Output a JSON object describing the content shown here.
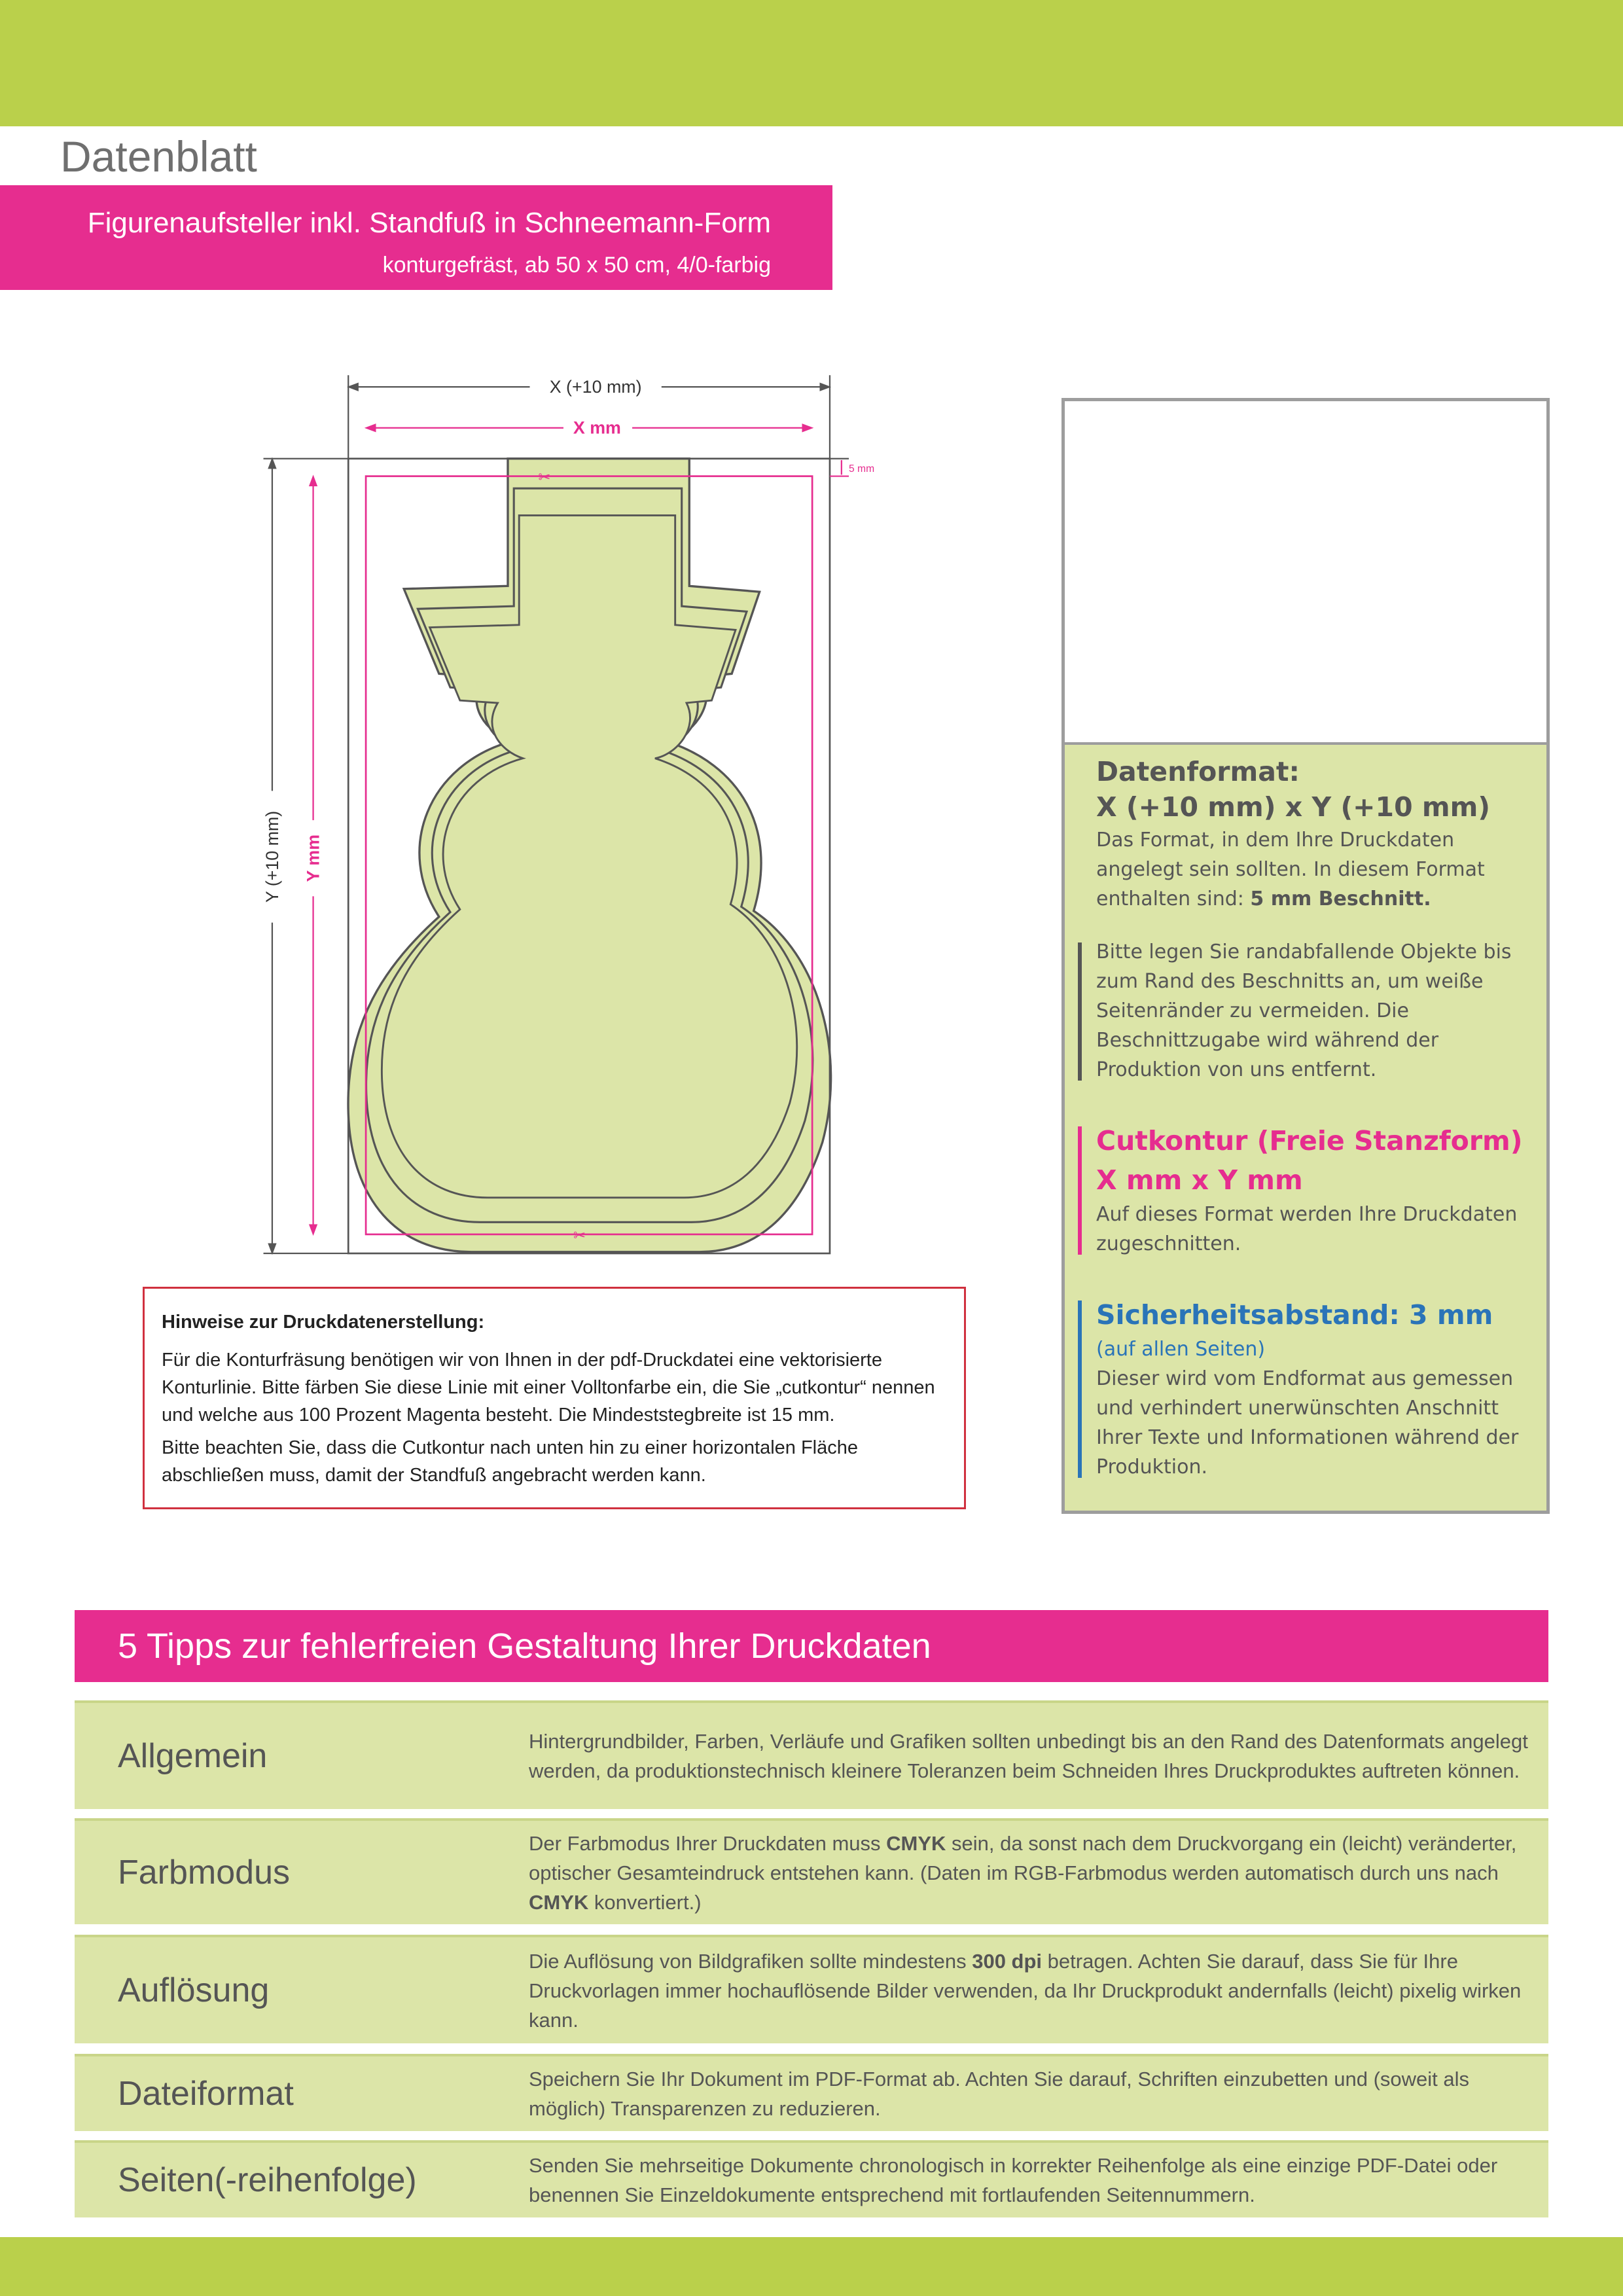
{
  "header": {
    "title": "Datenblatt",
    "product": "Figurenaufsteller inkl. Standfuß in Schneemann-Form",
    "subtitle": "konturgefräst, ab 50 x 50 cm, 4/0-farbig"
  },
  "diagram": {
    "outer_width_label": "X (+10 mm)",
    "cut_width_label": "X mm",
    "outer_height_label": "Y (+10 mm)",
    "cut_height_label": "Y mm",
    "bleed_label": "5 mm"
  },
  "hint": {
    "heading": "Hinweise zur Druckdatenerstellung:",
    "p1": "Für die Konturfräsung benötigen wir von Ihnen in der pdf-Druckdatei eine vektorisierte Konturlinie. Bitte färben Sie diese Linie mit einer Volltonfarbe ein, die Sie „cutkontur“ nennen und welche aus 100 Prozent Magenta besteht. Die Mindeststegbreite ist 15 mm.",
    "p2": "Bitte beachten Sie, dass die Cutkontur nach unten hin zu einer horizontalen Fläche abschließen muss, damit der Standfuß angebracht werden kann."
  },
  "panel": {
    "datenformat": {
      "title": "Datenformat:",
      "size": "X (+10 mm) x Y (+10 mm)",
      "text": "Das Format, in dem Ihre Druckdaten angelegt sein sollten. In diesem Format enthalten sind: ",
      "bold": "5 mm Beschnitt."
    },
    "bleed_note": "Bitte legen Sie randabfallende Objekte bis zum Rand des Beschnitts an, um weiße Seitenränder zu vermeiden. Die Beschnittzugabe wird während der Produktion von uns entfernt.",
    "cut": {
      "title": "Cutkontur (Freie Stanzform)",
      "size": "X mm x Y mm",
      "text": "Auf dieses Format werden Ihre Druckdaten zugeschnitten."
    },
    "safety": {
      "title": "Sicherheitsabstand: 3 mm",
      "sub": "(auf allen Seiten)",
      "text": "Dieser wird vom Endformat aus gemessen und verhindert unerwünschten Anschnitt Ihrer Texte und Informationen während der Produktion."
    }
  },
  "tips": {
    "heading": "5 Tipps zur fehlerfreien Gestaltung Ihrer Druckdaten",
    "rows": [
      {
        "label": "Allgemein",
        "parts": [
          "Hintergrundbilder, Farben, Verläufe und Grafiken sollten unbedingt bis an den Rand des Datenformats angelegt werden, da produktionstechnisch kleinere Toleranzen beim Schneiden Ihres Druckproduktes auftreten können.",
          "",
          "",
          "",
          " "
        ]
      },
      {
        "label": "Farbmodus",
        "parts": [
          "Der Farbmodus Ihrer Druckdaten muss ",
          "CMYK",
          " sein, da sonst nach dem Druckvorgang ein (leicht) veränderter, optischer Gesamteindruck entstehen kann. (Daten im RGB-Farbmodus werden automatisch durch uns nach ",
          "CMYK",
          " konvertiert.)"
        ]
      },
      {
        "label": "Auflösung",
        "parts": [
          "Die Auflösung von Bildgrafiken sollte mindestens ",
          "300 dpi",
          " betragen. Achten Sie darauf, dass Sie für Ihre Druckvorlagen immer hochauflösende Bilder verwenden, da Ihr Druckprodukt andernfalls (leicht) pixelig wirken kann.",
          "",
          ""
        ]
      },
      {
        "label": "Dateiformat",
        "parts": [
          "Speichern Sie Ihr Dokument im PDF-Format ab. Achten Sie darauf, Schriften einzubetten und (soweit als möglich) Transparenzen zu reduzieren.",
          "",
          "",
          "",
          ""
        ]
      },
      {
        "label": "Seiten(-reihenfolge)",
        "parts": [
          "Senden Sie mehrseitige Dokumente chronologisch in korrekter Reihenfolge als eine einzige PDF-Datei oder benennen Sie Einzeldokumente entsprechend mit fortlaufenden Seitennummern.",
          "",
          "",
          "",
          ""
        ]
      }
    ]
  },
  "colors": {
    "green": "#bad04b",
    "light_green": "#dce5a8",
    "magenta": "#e62d8f",
    "blue": "#2a74b8",
    "gray": "#555555"
  }
}
